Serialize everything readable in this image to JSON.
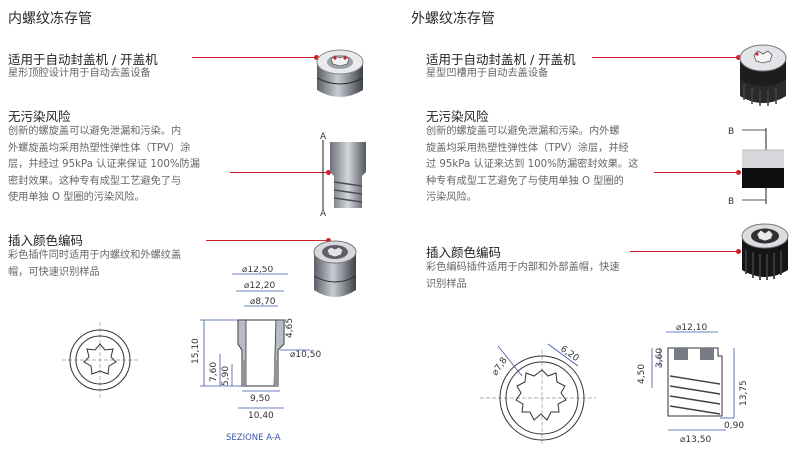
{
  "left": {
    "title": "内螺纹冻存管",
    "features": [
      {
        "title": "适用于自动封盖机 / 开盖机",
        "body": [
          "星形顶腔设计用于自动去盖设备"
        ]
      },
      {
        "title": "无污染风险",
        "body": [
          "创新的螺旋盖可以避免泄漏和污染。内",
          "外螺旋盖均采用热塑性弹性体（TPV）涂",
          "层，并经过 95kPa 认证来保证 100%防漏",
          "密封效果。这种专有成型工艺避免了与",
          "使用单独 O 型圈的污染风险。"
        ]
      },
      {
        "title": "插入颜色编码",
        "body": [
          "彩色插件同时适用于内螺纹和外螺纹盖",
          "帽，可快速识别样品"
        ]
      }
    ],
    "drawing": {
      "dims": [
        "⌀12,50",
        "⌀12,20",
        "⌀8,70",
        "4,65",
        "⌀10,50",
        "15,10",
        "7,60",
        "5,90",
        "9,50",
        "10,40"
      ],
      "section_label": "SEZIONE A-A",
      "section_marks": [
        "A",
        "A"
      ]
    }
  },
  "right": {
    "title": "外螺纹冻存管",
    "features": [
      {
        "title": "适用于自动封盖机 / 开盖机",
        "body": [
          "星型凹槽用于自动去盖设备"
        ]
      },
      {
        "title": "无污染风险",
        "body": [
          "创新的螺旋盖可以避免泄漏和污染。内外螺",
          "旋盖均采用热塑性弹性体（TPV）涂层，并经",
          "过 95kPa 认证来达到 100%防漏密封效果。这",
          "种专有成型工艺避免了与使用单独 O 型圈的",
          "污染风险。"
        ]
      },
      {
        "title": "插入颜色编码",
        "body": [
          "彩色编码插件适用于内部和外部盖帽，快速",
          "识别样品"
        ]
      }
    ],
    "drawing": {
      "dims": [
        "⌀7,8",
        "6,20",
        "⌀12,10",
        "4,50",
        "3,60",
        "13,75",
        "0,90",
        "⌀13,50"
      ],
      "section_marks": [
        "B",
        "B"
      ]
    }
  }
}
